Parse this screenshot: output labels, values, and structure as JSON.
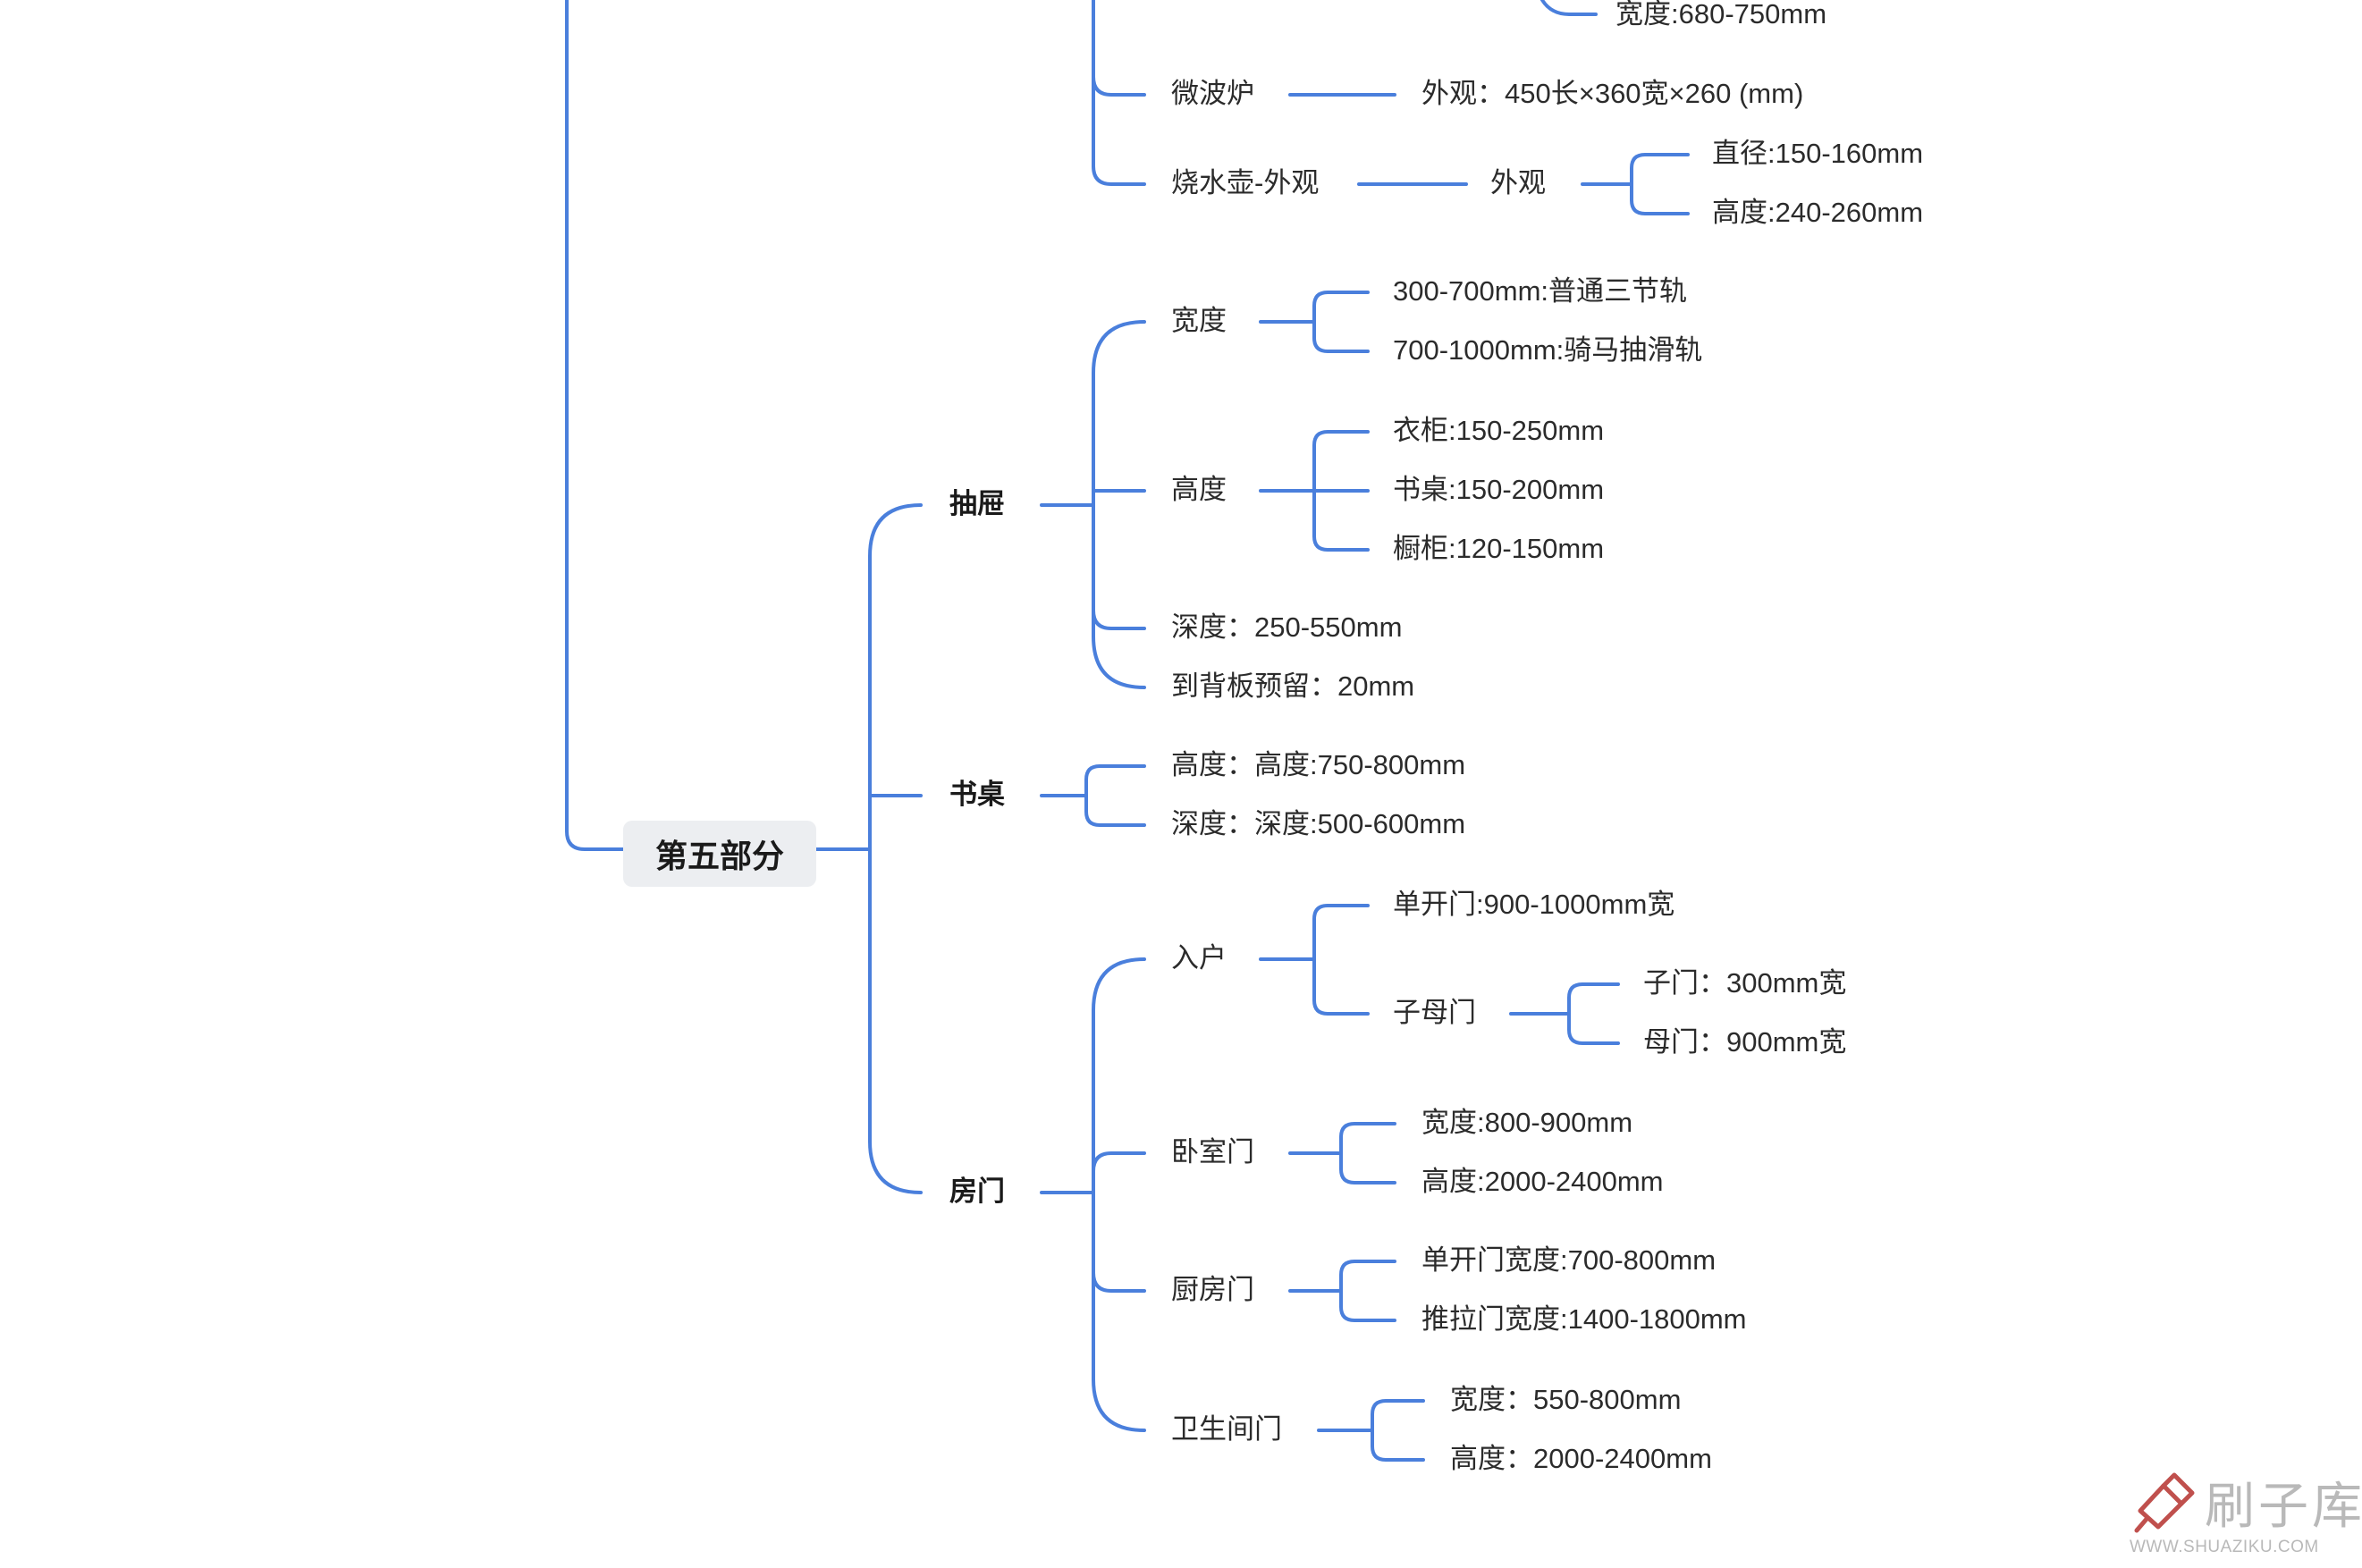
{
  "root": {
    "label": "第五部分"
  },
  "top": {
    "partial_item": "宽度:680-750mm",
    "microwave": {
      "label": "微波炉",
      "detail": "外观：450长×360宽×260 (mm)"
    },
    "kettle": {
      "label": "烧水壶-外观",
      "appearance": "外观",
      "items": [
        "直径:150-160mm",
        "高度:240-260mm"
      ]
    }
  },
  "drawer": {
    "label": "抽屉",
    "width": {
      "label": "宽度",
      "items": [
        "300-700mm:普通三节轨",
        "700-1000mm:骑马抽滑轨"
      ]
    },
    "height": {
      "label": "高度",
      "items": [
        "衣柜:150-250mm",
        "书桌:150-200mm",
        "橱柜:120-150mm"
      ]
    },
    "depth": "深度：250-550mm",
    "back_reserve": "到背板预留：20mm"
  },
  "desk": {
    "label": "书桌",
    "items": [
      "高度：高度:750-800mm",
      "深度：深度:500-600mm"
    ]
  },
  "door": {
    "label": "房门",
    "entry": {
      "label": "入户",
      "single": "单开门:900-1000mm宽",
      "mother_child": {
        "label": "子母门",
        "items": [
          "子门：300mm宽",
          "母门：900mm宽"
        ]
      }
    },
    "bedroom": {
      "label": "卧室门",
      "items": [
        "宽度:800-900mm",
        "高度:2000-2400mm"
      ]
    },
    "kitchen": {
      "label": "厨房门",
      "items": [
        "单开门宽度:700-800mm",
        "推拉门宽度:1400-1800mm"
      ]
    },
    "bathroom": {
      "label": "卫生间门",
      "items": [
        "宽度：550-800mm",
        "高度：2000-2400mm"
      ]
    }
  },
  "watermark": {
    "title": "刷子库",
    "url": "WWW.SHUAZIKU.COM"
  },
  "colors": {
    "line": "#4a7fdc",
    "root_bg": "#eceef1",
    "text": "#2b2b2b",
    "watermark": "#b9b9b9",
    "watermark_icon": "#c0504d"
  }
}
